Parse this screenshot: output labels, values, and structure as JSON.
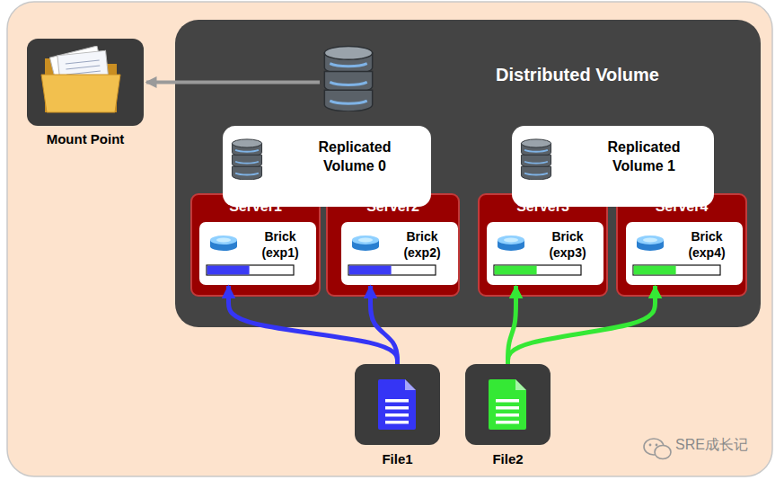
{
  "diagram": {
    "nodes": [
      {
        "text": [
          "Mount Point"
        ]
      },
      {
        "text": [
          "Distributed Volume"
        ]
      },
      {
        "text": [
          "Replicated Volume 0"
        ],
        "in": 1
      },
      {
        "text": [
          "Server1"
        ],
        "in": 2
      },
      {
        "text": [
          "Brick (exp1)"
        ],
        "in": 3
      },
      {
        "text": [
          "Server2"
        ],
        "in": 2
      },
      {
        "text": [
          "Brick (exp2)"
        ],
        "in": 5
      },
      {
        "text": [
          "Replicated Volume 1"
        ],
        "in": 1
      },
      {
        "text": [
          "Server3"
        ],
        "in": 7
      },
      {
        "text": [
          "Brick (exp3)"
        ],
        "in": 8
      },
      {
        "text": [
          "Server4"
        ],
        "in": 7
      },
      {
        "text": [
          "Brick (exp4)"
        ],
        "in": 10
      },
      {
        "text": [
          "File1"
        ]
      },
      {
        "text": [
          "File2"
        ]
      }
    ],
    "edges": [
      {
        "from": 1,
        "to": 0,
        "arrow": "to"
      },
      {
        "from": 12,
        "to": 4,
        "arrow": "to"
      },
      {
        "from": 12,
        "to": 6,
        "arrow": "to"
      },
      {
        "from": 13,
        "to": 9,
        "arrow": "to"
      },
      {
        "from": 13,
        "to": 11,
        "arrow": "to"
      }
    ],
    "labels": [
      "SRE成长记"
    ]
  }
}
